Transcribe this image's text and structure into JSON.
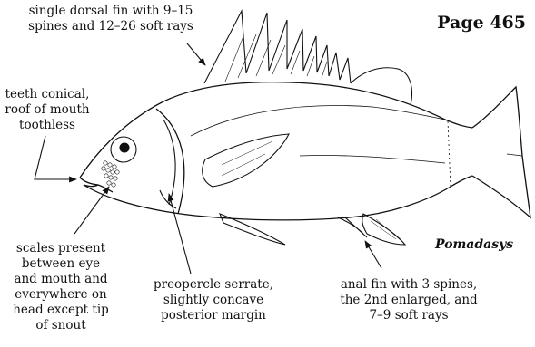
{
  "page_label": "Page 465",
  "genus": "Pomadasys",
  "labels": {
    "dorsal_fin": "single dorsal fin with 9–15\nspines and 12–26 soft rays",
    "teeth": "teeth conical,\nroof of mouth\ntoothless",
    "scales": "scales present\nbetween eye\nand mouth and\neverywhere on\nhead except tip\nof snout",
    "preopercle": "preopercle serrate,\nslightly concave\nposterior  margin",
    "anal_fin": "anal fin with 3 spines,\nthe 2nd enlarged, and\n7–9 soft rays"
  }
}
